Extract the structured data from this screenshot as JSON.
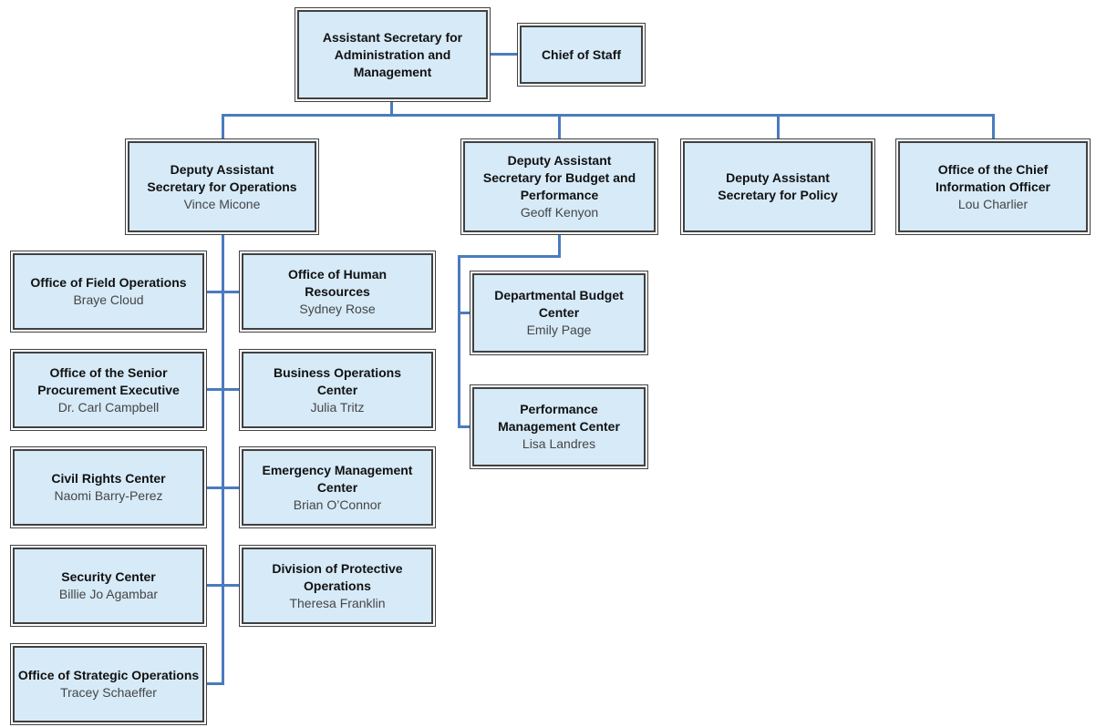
{
  "colors": {
    "box_fill": "#d6eaf8",
    "connector": "#4a7bbf",
    "box_border": "#414141",
    "title_text": "#111111",
    "person_text": "#454545"
  },
  "nodes": {
    "asam": {
      "title": "Assistant Secretary for Administration and Management",
      "name": ""
    },
    "chief": {
      "title": "Chief of Staff",
      "name": ""
    },
    "ops": {
      "title": "Deputy Assistant Secretary for Operations",
      "name": "Vince Micone"
    },
    "budget": {
      "title": "Deputy Assistant Secretary for Budget and Performance",
      "name": "Geoff Kenyon"
    },
    "policy": {
      "title": "Deputy Assistant Secretary for Policy",
      "name": ""
    },
    "ocio": {
      "title": "Office of the Chief Information Officer",
      "name": "Lou Charlier"
    },
    "field_ops": {
      "title": "Office of Field Operations",
      "name": "Braye Cloud"
    },
    "procurement": {
      "title": "Office of the Senior Procurement Executive",
      "name": "Dr. Carl Campbell"
    },
    "civil_rights": {
      "title": "Civil Rights Center",
      "name": "Naomi Barry-Perez"
    },
    "security": {
      "title": "Security Center",
      "name": "Billie Jo Agambar"
    },
    "strategic": {
      "title": "Office of Strategic Operations",
      "name": "Tracey Schaeffer"
    },
    "hr": {
      "title": "Office of Human Resources",
      "name": "Sydney Rose"
    },
    "business": {
      "title": "Business Operations Center",
      "name": "Julia Tritz"
    },
    "emergency": {
      "title": "Emergency Management Center",
      "name": "Brian O’Connor"
    },
    "protective": {
      "title": "Division of Protective Operations",
      "name": "Theresa Franklin"
    },
    "dbc": {
      "title": "Departmental Budget Center",
      "name": "Emily Page"
    },
    "pmc": {
      "title": "Performance Management Center",
      "name": "Lisa Landres"
    }
  },
  "hierarchy": {
    "asam": {
      "staff": [
        "chief"
      ],
      "reports": [
        "ops",
        "budget",
        "policy",
        "ocio"
      ]
    },
    "ops": {
      "reports": [
        "field_ops",
        "hr",
        "procurement",
        "business",
        "civil_rights",
        "emergency",
        "security",
        "protective",
        "strategic"
      ]
    },
    "budget": {
      "reports": [
        "dbc",
        "pmc"
      ]
    }
  }
}
